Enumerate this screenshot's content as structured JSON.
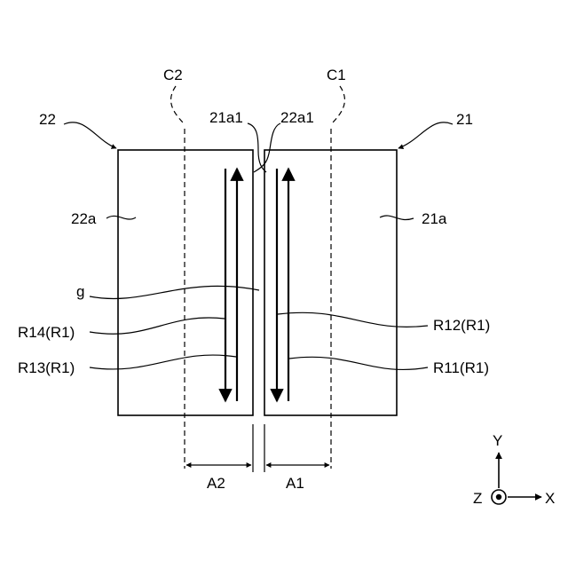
{
  "labels": {
    "member_22": "22",
    "member_21": "21",
    "center_c2": "C2",
    "center_c1": "C1",
    "edge_21a1": "21a1",
    "edge_22a1": "22a1",
    "surface_22a": "22a",
    "surface_21a": "21a",
    "gap_g": "g",
    "r14": "R14(R1)",
    "r13": "R13(R1)",
    "r12": "R12(R1)",
    "r11": "R11(R1)",
    "dim_a2": "A2",
    "dim_a1": "A1"
  },
  "axes": {
    "x": "X",
    "y": "Y",
    "z": "Z"
  }
}
